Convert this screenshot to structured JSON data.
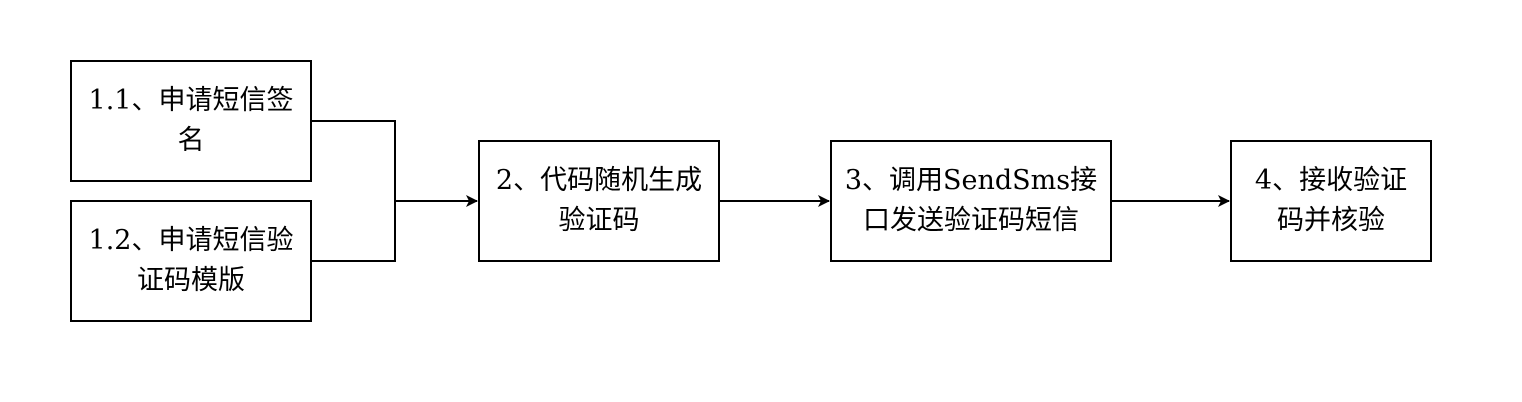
{
  "diagram": {
    "nodes": [
      {
        "id": "b11",
        "label": "1.1、申请短信签名"
      },
      {
        "id": "b12",
        "label": "1.2、申请短信验证码模版"
      },
      {
        "id": "b2",
        "label": "2、代码随机生成验证码"
      },
      {
        "id": "b3",
        "label": "3、调用SendSms接口发送验证码短信"
      },
      {
        "id": "b4",
        "label": "4、接收验证码并核验"
      }
    ],
    "edges": [
      {
        "from": "b11",
        "to": "b2"
      },
      {
        "from": "b12",
        "to": "b2"
      },
      {
        "from": "b2",
        "to": "b3"
      },
      {
        "from": "b3",
        "to": "b4"
      }
    ],
    "colors": {
      "stroke": "#000000",
      "fill": "#ffffff",
      "text": "#000000"
    }
  }
}
